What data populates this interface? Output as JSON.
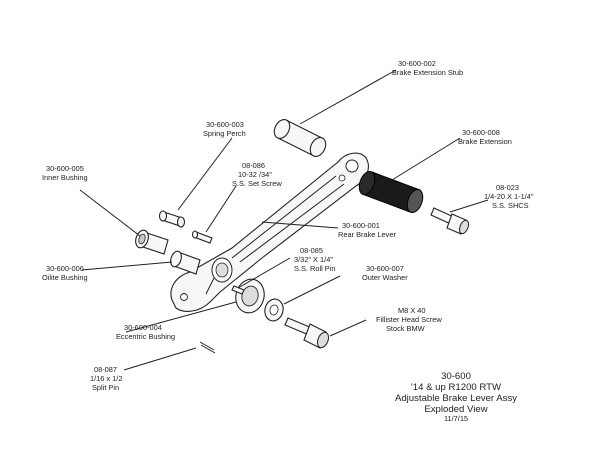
{
  "labels": {
    "brake_extension_stub": [
      "30-600-002",
      "Brake Extension Stub"
    ],
    "spring_perch": [
      "30-600-003",
      "Spring Perch"
    ],
    "brake_extension": [
      "30-600-008",
      "Brake Extension"
    ],
    "inner_bushing": [
      "30-600-005",
      "Inner Bushing"
    ],
    "set_screw": [
      "08-086",
      "10-32 /34\"",
      "S.S. Set Screw"
    ],
    "shcs": [
      "08-023",
      "1/4-20 X 1-1/4\"",
      "S.S. SHCS"
    ],
    "rear_brake_lever": [
      "30-600-001",
      "Rear Brake Lever"
    ],
    "oilite_bushing": [
      "30-600-006",
      "Oilite Bushing"
    ],
    "roll_pin": [
      "08-085",
      "3/32\" X 1/4\"",
      "S.S. Roll Pin"
    ],
    "outer_washer": [
      "30-600-007",
      "Outer Washer"
    ],
    "fillister_screw": [
      "M8 X 40",
      "Fillister Head Screw",
      "Stock BMW"
    ],
    "eccentric_bushing": [
      "30-600-004",
      "Eccentric Bushing"
    ],
    "split_pin": [
      "08-087",
      "1/16 x 1/2",
      "Split Pin"
    ]
  },
  "title_block": {
    "number": "30-600",
    "line1": "'14 & up R1200 RTW",
    "line2": "Adjustable Brake Lever Assy",
    "line3": "Exploded View",
    "date": "11/7/15"
  }
}
